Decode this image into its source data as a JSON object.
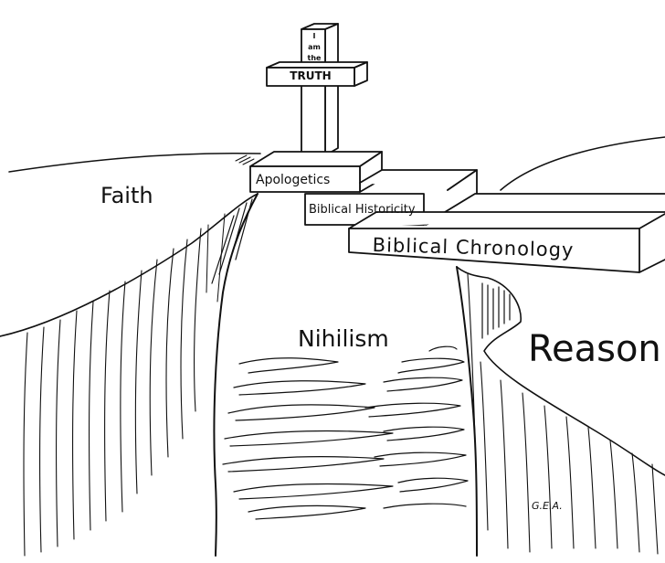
{
  "cross": {
    "line1": "I",
    "line2": "am",
    "line3": "the",
    "line4": "TRUTH"
  },
  "regions": {
    "left": "Faith",
    "chasm": "Nihilism",
    "right": "Reason"
  },
  "bridge": {
    "step1": "Apologetics",
    "step2": "Biblical Historicity",
    "step3": "Biblical Chronology"
  },
  "signature": "G.E.A."
}
